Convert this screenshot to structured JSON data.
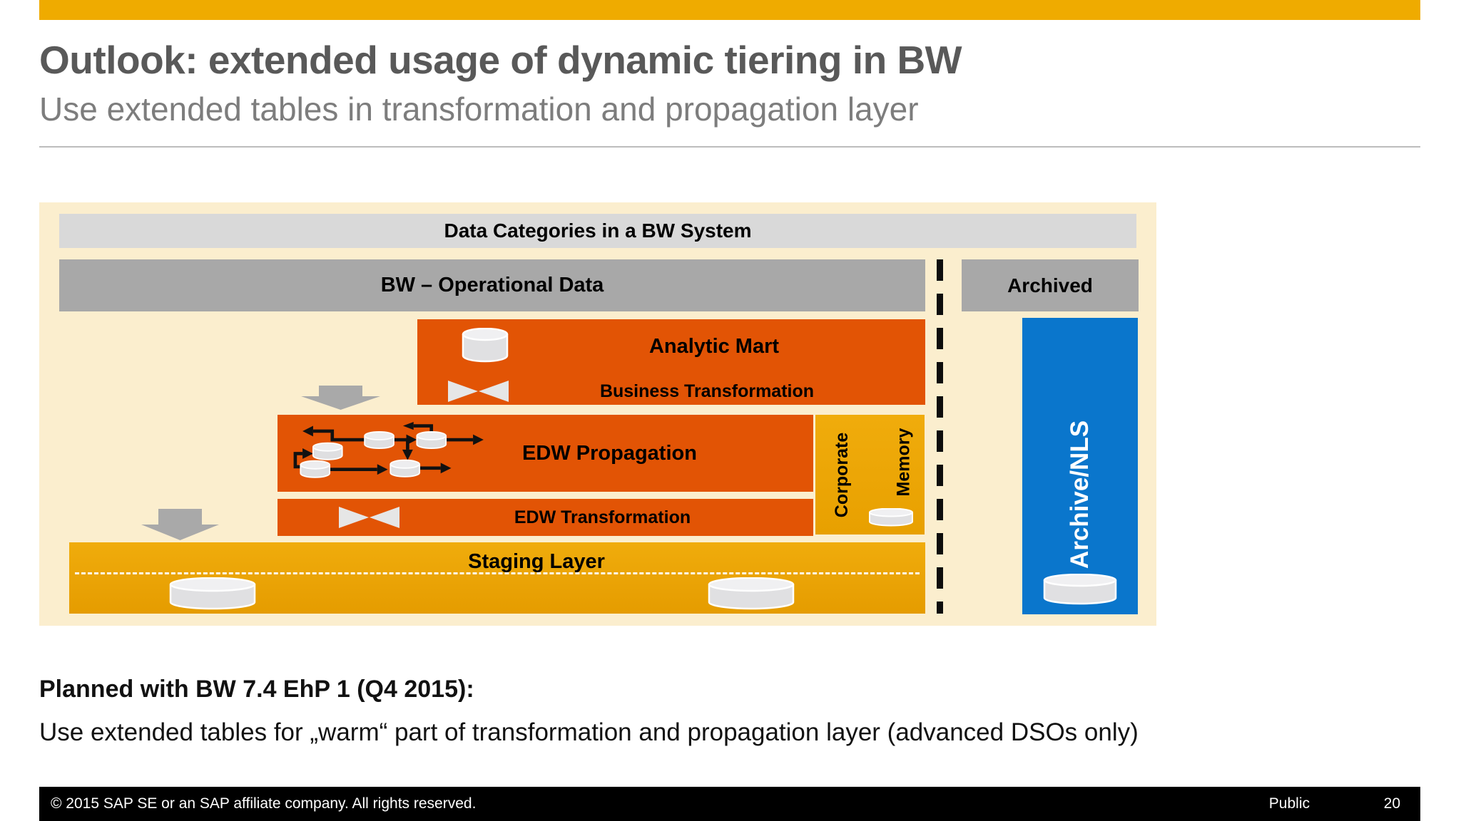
{
  "slide": {
    "title": "Outlook: extended usage of dynamic tiering in BW",
    "subtitle": "Use extended tables in transformation and propagation layer"
  },
  "diagram": {
    "header_label": "Data Categories in a BW System",
    "operational_label": "BW – Operational Data",
    "archived_label": "Archived",
    "analytic_mart_label": "Analytic Mart",
    "business_transformation_label": "Business Transformation",
    "edw_propagation_label": "EDW Propagation",
    "edw_transformation_label": "EDW Transformation",
    "corporate_label": "Corporate",
    "memory_label": "Memory",
    "staging_label": "Staging Layer",
    "archive_nls_label": "Archive/NLS"
  },
  "notes": {
    "heading": "Planned with BW 7.4 EhP 1 (Q4 2015):",
    "body": "Use extended tables for „warm“ part of transformation and propagation layer (advanced DSOs only)"
  },
  "footer": {
    "copyright": "© 2015 SAP SE or an SAP affiliate company. All rights reserved.",
    "classification": "Public",
    "page_number": "20"
  },
  "colors": {
    "brand_gold": "#EFAB00",
    "orange": "#E25405",
    "blue": "#0A76CC",
    "cream": "#FBEECE",
    "gray_bar": "#A8A8A8",
    "light_gray_bar": "#D9D9D9",
    "footer_bg": "#000000"
  }
}
